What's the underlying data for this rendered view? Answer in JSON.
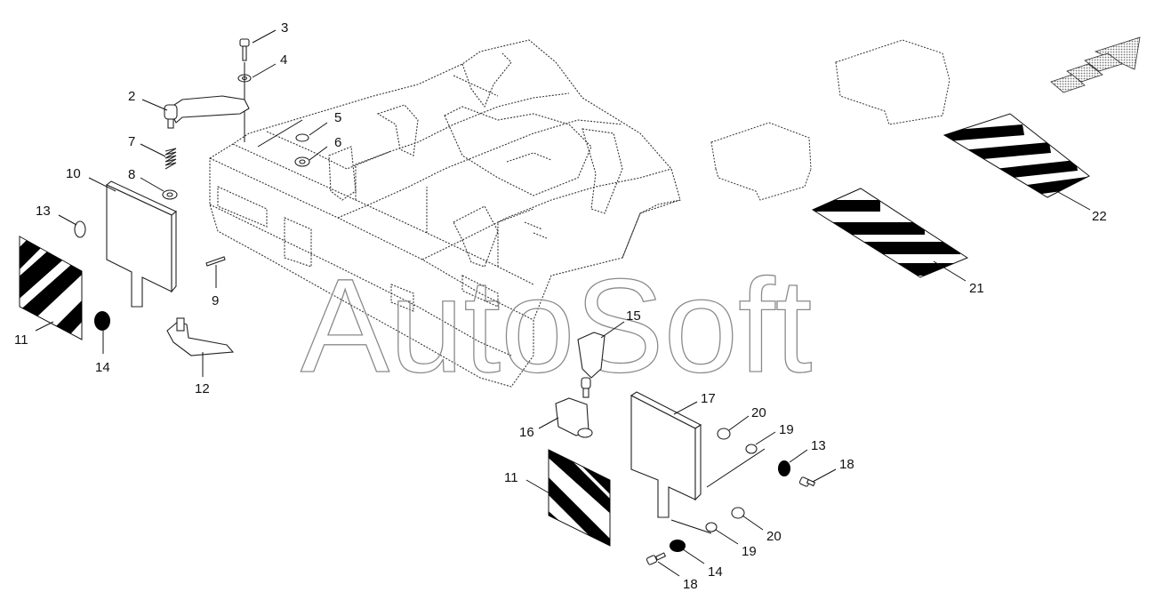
{
  "watermark": "AutoSoft",
  "callouts": {
    "c2": "2",
    "c3": "3",
    "c4": "4",
    "c5": "5",
    "c6": "6",
    "c7": "7",
    "c8": "8",
    "c9": "9",
    "c10": "10",
    "c11a": "11",
    "c11b": "11",
    "c12": "12",
    "c13a": "13",
    "c13b": "13",
    "c14a": "14",
    "c14b": "14",
    "c15": "15",
    "c16": "16",
    "c17": "17",
    "c18a": "18",
    "c18b": "18",
    "c19a": "19",
    "c19b": "19",
    "c20a": "20",
    "c20b": "20",
    "c21": "21",
    "c22": "22"
  },
  "colors": {
    "ink": "#111111",
    "stripe": "#000000",
    "watermark": "#8a8a8a",
    "mesh": "#9a9a9a"
  }
}
